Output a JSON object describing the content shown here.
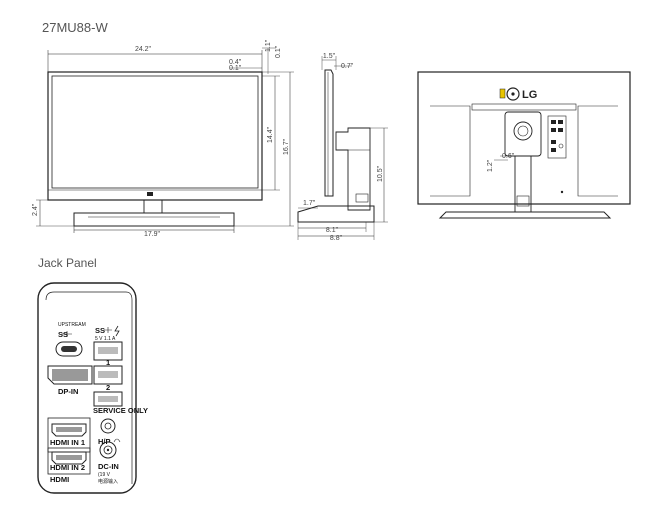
{
  "model_title": "27MU88-W",
  "jack_panel_title": "Jack Panel",
  "front_view": {
    "width": "24.2\"",
    "top_offset_a": "0.4\"",
    "top_offset_b": "0.1\"",
    "top_bezel": "1.1\"",
    "side_offset": "0.1\"",
    "screen_height": "14.4\"",
    "total_height": "16.7\"",
    "stand_height": "2.4\"",
    "stand_width": "17.9\""
  },
  "side_view": {
    "head_depth": "1.5\"",
    "head_offset": "0.7\"",
    "stand_height": "10.5\"",
    "base_front": "1.7\"",
    "base_depth": "8.1\"",
    "total_depth": "8.8\""
  },
  "back_view": {
    "brand": "LG",
    "pivot_a": "1.2\"",
    "pivot_b": "0.6\""
  },
  "jack_panel": {
    "upstream_label": "UPSTREAM",
    "usb_ss_label": "SS",
    "dp_in_label": "DP-IN",
    "usb_port_1": "1",
    "usb_port_2": "2",
    "service_only_label": "SERVICE ONLY",
    "hdmi_in_1_label": "HDMI IN 1",
    "hdmi_in_2_label": "HDMI IN 2",
    "hdmi_logo_text": "HDMI",
    "hp_label": "H/P",
    "dc_in_label": "DC-IN",
    "dc_spec": "(19 V",
    "power_cn_label": "电源输入",
    "usb_power_spec": "5 V  1.1 A"
  }
}
